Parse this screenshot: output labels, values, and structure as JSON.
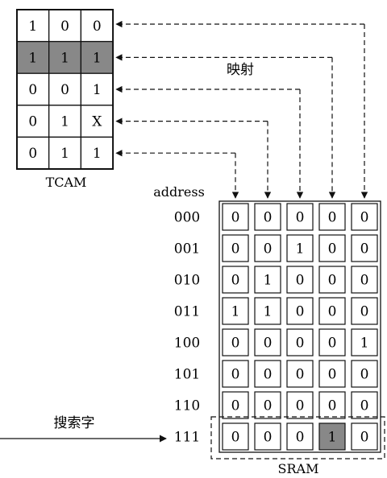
{
  "tcam": {
    "label": "TCAM",
    "rows": [
      [
        "1",
        "0",
        "0"
      ],
      [
        "1",
        "1",
        "1"
      ],
      [
        "0",
        "0",
        "1"
      ],
      [
        "0",
        "1",
        "X"
      ],
      [
        "0",
        "1",
        "1"
      ]
    ],
    "highlight_row": 1
  },
  "mapping_label": "映射",
  "sram": {
    "label": "SRAM",
    "address_header": "address",
    "addresses": [
      "000",
      "001",
      "010",
      "011",
      "100",
      "101",
      "110",
      "111"
    ],
    "rows": [
      [
        "0",
        "0",
        "0",
        "0",
        "0"
      ],
      [
        "0",
        "0",
        "1",
        "0",
        "0"
      ],
      [
        "0",
        "1",
        "0",
        "0",
        "0"
      ],
      [
        "1",
        "1",
        "0",
        "0",
        "0"
      ],
      [
        "0",
        "0",
        "0",
        "0",
        "1"
      ],
      [
        "0",
        "0",
        "0",
        "0",
        "0"
      ],
      [
        "0",
        "0",
        "0",
        "0",
        "0"
      ],
      [
        "0",
        "0",
        "0",
        "1",
        "0"
      ]
    ],
    "highlight_row": 7,
    "highlight_col": 3
  },
  "search_key_label": "搜索字",
  "colors": {
    "highlight": "#888888",
    "line": "#111111"
  }
}
